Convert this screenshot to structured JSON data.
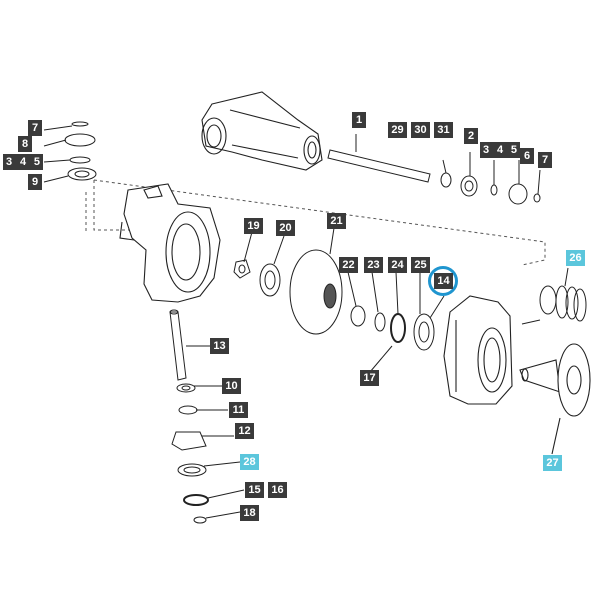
{
  "callouts": [
    {
      "id": "c1",
      "text": "1",
      "style": "dark"
    },
    {
      "id": "c2a",
      "text": "2",
      "style": "dark"
    },
    {
      "id": "c3a",
      "text": "3",
      "style": "dark"
    },
    {
      "id": "c4a",
      "text": "4",
      "style": "dark"
    },
    {
      "id": "c5a",
      "text": "5",
      "style": "dark"
    },
    {
      "id": "c3b",
      "text": "3",
      "style": "dark"
    },
    {
      "id": "c4b",
      "text": "4",
      "style": "dark"
    },
    {
      "id": "c5b",
      "text": "5",
      "style": "dark"
    },
    {
      "id": "c6",
      "text": "6",
      "style": "dark"
    },
    {
      "id": "c7a",
      "text": "7",
      "style": "dark"
    },
    {
      "id": "c7b",
      "text": "7",
      "style": "dark"
    },
    {
      "id": "c8",
      "text": "8",
      "style": "dark"
    },
    {
      "id": "c9",
      "text": "9",
      "style": "dark"
    },
    {
      "id": "c10",
      "text": "10",
      "style": "dark"
    },
    {
      "id": "c11",
      "text": "11",
      "style": "dark"
    },
    {
      "id": "c12",
      "text": "12",
      "style": "dark"
    },
    {
      "id": "c13",
      "text": "13",
      "style": "dark"
    },
    {
      "id": "c14",
      "text": "14",
      "style": "dark"
    },
    {
      "id": "c15",
      "text": "15",
      "style": "dark"
    },
    {
      "id": "c16",
      "text": "16",
      "style": "dark"
    },
    {
      "id": "c17",
      "text": "17",
      "style": "dark"
    },
    {
      "id": "c18",
      "text": "18",
      "style": "dark"
    },
    {
      "id": "c19",
      "text": "19",
      "style": "dark"
    },
    {
      "id": "c20",
      "text": "20",
      "style": "dark"
    },
    {
      "id": "c21",
      "text": "21",
      "style": "dark"
    },
    {
      "id": "c22",
      "text": "22",
      "style": "dark"
    },
    {
      "id": "c23",
      "text": "23",
      "style": "dark"
    },
    {
      "id": "c24",
      "text": "24",
      "style": "dark"
    },
    {
      "id": "c25",
      "text": "25",
      "style": "dark"
    },
    {
      "id": "c26",
      "text": "26",
      "style": "cyan"
    },
    {
      "id": "c27",
      "text": "27",
      "style": "cyan"
    },
    {
      "id": "c28",
      "text": "28",
      "style": "cyan"
    },
    {
      "id": "c29",
      "text": "29",
      "style": "dark"
    },
    {
      "id": "c30",
      "text": "30",
      "style": "dark"
    },
    {
      "id": "c31",
      "text": "31",
      "style": "dark"
    }
  ],
  "highlighted_callout": "14",
  "colors": {
    "label_dark": "#3a3a3a",
    "label_cyan": "#5bc6dc",
    "highlight_ring": "#1f95cf",
    "line": "#222222"
  }
}
